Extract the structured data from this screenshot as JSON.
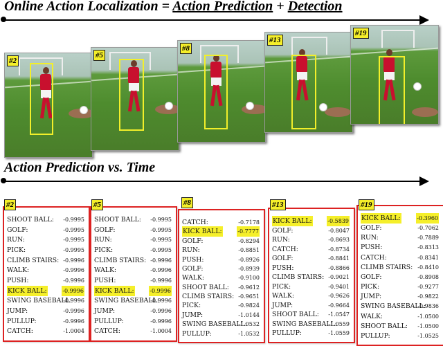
{
  "title": {
    "left": "Online Action Localization =",
    "prediction": "Action Prediction",
    "plus": "+",
    "detection": "Detection"
  },
  "subtitle": "Action Prediction vs. Time",
  "frames": [
    {
      "label": "#2"
    },
    {
      "label": "#5"
    },
    {
      "label": "#8"
    },
    {
      "label": "#13"
    },
    {
      "label": "#19"
    }
  ],
  "panels": [
    {
      "label": "#2",
      "rows": [
        {
          "name": "SHOOT BALL:",
          "value": "-0.9995"
        },
        {
          "name": "GOLF:",
          "value": "-0.9995"
        },
        {
          "name": "RUN:",
          "value": "-0.9995"
        },
        {
          "name": "PICK:",
          "value": "-0.9995"
        },
        {
          "name": "CLIMB STAIRS:",
          "value": "-0.9996"
        },
        {
          "name": "WALK:",
          "value": "-0.9996"
        },
        {
          "name": "PUSH:",
          "value": "-0.9996"
        },
        {
          "name": "KICK BALL:",
          "value": "-0.9996",
          "highlight": true
        },
        {
          "name": "SWING BASEBALL:",
          "value": "-0.9996"
        },
        {
          "name": "JUMP:",
          "value": "-0.9996"
        },
        {
          "name": "PULLUP:",
          "value": "-0.9996"
        },
        {
          "name": "CATCH:",
          "value": "-1.0004"
        }
      ]
    },
    {
      "label": "#5",
      "rows": [
        {
          "name": "SHOOT BALL:",
          "value": "-0.9995"
        },
        {
          "name": "GOLF:",
          "value": "-0.9995"
        },
        {
          "name": "RUN:",
          "value": "-0.9995"
        },
        {
          "name": "PICK:",
          "value": "-0.9995"
        },
        {
          "name": "CLIMB STAIRS:",
          "value": "-0.9996"
        },
        {
          "name": "WALK:",
          "value": "-0.9996"
        },
        {
          "name": "PUSH:",
          "value": "-0.9996"
        },
        {
          "name": "KICK BALL:",
          "value": "-0.9996",
          "highlight": true
        },
        {
          "name": "SWING BASEBALL:",
          "value": "-0.9996"
        },
        {
          "name": "JUMP:",
          "value": "-0.9996"
        },
        {
          "name": "PULLUP:",
          "value": "-0.9996"
        },
        {
          "name": "CATCH:",
          "value": "-1.0004"
        }
      ]
    },
    {
      "label": "#8",
      "rows": [
        {
          "name": "CATCH:",
          "value": "-0.7178"
        },
        {
          "name": "KICK BALL:",
          "value": "-0.7777",
          "highlight": true
        },
        {
          "name": "GOLF:",
          "value": "-0.8294"
        },
        {
          "name": "RUN:",
          "value": "-0.8851"
        },
        {
          "name": "PUSH:",
          "value": "-0.8926"
        },
        {
          "name": "GOLF:",
          "value": "-0.8939"
        },
        {
          "name": "WALK:",
          "value": "-0.9100"
        },
        {
          "name": "SHOOT BALL:",
          "value": "-0.9612"
        },
        {
          "name": "CLIMB STAIRS:",
          "value": "-0.9651"
        },
        {
          "name": "PICK:",
          "value": "-0.9824"
        },
        {
          "name": "JUMP:",
          "value": "-1.0144"
        },
        {
          "name": "SWING BASEBALL:",
          "value": "-1.0532"
        },
        {
          "name": "PULLUP:",
          "value": "-1.0532"
        }
      ]
    },
    {
      "label": "#13",
      "rows": [
        {
          "name": "KICK BALL:",
          "value": "-0.5839",
          "highlight": true
        },
        {
          "name": "GOLF:",
          "value": "-0.8047"
        },
        {
          "name": "RUN:",
          "value": "-0.8693"
        },
        {
          "name": "CATCH:",
          "value": "-0.8734"
        },
        {
          "name": "GOLF:",
          "value": "-0.8841"
        },
        {
          "name": "PUSH:",
          "value": "-0.8866"
        },
        {
          "name": "CLIMB STAIRS:",
          "value": "-0.9021"
        },
        {
          "name": "PICK:",
          "value": "-0.9401"
        },
        {
          "name": "WALK:",
          "value": "-0.9626"
        },
        {
          "name": "JUMP:",
          "value": "-0.9664"
        },
        {
          "name": "SHOOT BALL:",
          "value": "-1.0547"
        },
        {
          "name": "SWING BASEBALL:",
          "value": "-1.0559"
        },
        {
          "name": "PULLUP:",
          "value": "-1.0559"
        }
      ]
    },
    {
      "label": "#19",
      "rows": [
        {
          "name": "KICK BALL:",
          "value": "-0.3960",
          "highlight": true
        },
        {
          "name": "GOLF:",
          "value": "-0.7062"
        },
        {
          "name": "RUN:",
          "value": "-0.7889"
        },
        {
          "name": "PUSH:",
          "value": "-0.8313"
        },
        {
          "name": "CATCH:",
          "value": "-0.8341"
        },
        {
          "name": "CLIMB STAIRS:",
          "value": "-0.8410"
        },
        {
          "name": "GOLF:",
          "value": "-0.8908"
        },
        {
          "name": "PICK:",
          "value": "-0.9277"
        },
        {
          "name": "JUMP:",
          "value": "-0.9822"
        },
        {
          "name": "SWING BASEBALL:",
          "value": "-0.9836"
        },
        {
          "name": "WALK:",
          "value": "-1.0500"
        },
        {
          "name": "SHOOT BALL:",
          "value": "-1.0500"
        },
        {
          "name": "PULLUP:",
          "value": "-1.0525"
        }
      ]
    }
  ],
  "colors": {
    "highlight": "#f5ef2a",
    "panel_border": "#dd2222",
    "bbox": "#f2ef2a",
    "jersey": "#c8102e"
  }
}
